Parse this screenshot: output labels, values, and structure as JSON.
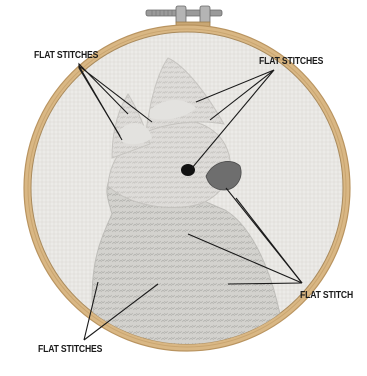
{
  "labels": {
    "top_left": "FLAT STITCHES",
    "top_right": "FLAT STITCHES",
    "right": "FLAT STITCH",
    "bottom_left": "FLAT STITCHES"
  },
  "colors": {
    "hoop_wood": "#d9b784",
    "hoop_edge": "#b99460",
    "fabric": "#ececea",
    "wool_light": "#d6d5d2",
    "wool_mid": "#c4c3bf",
    "eye": "#111111",
    "nose": "#6e6e6e",
    "leader_line": "#1a1a1a"
  },
  "icons": [
    "hoop-screw-clamp-icon",
    "cat-embroidery-illustration"
  ]
}
